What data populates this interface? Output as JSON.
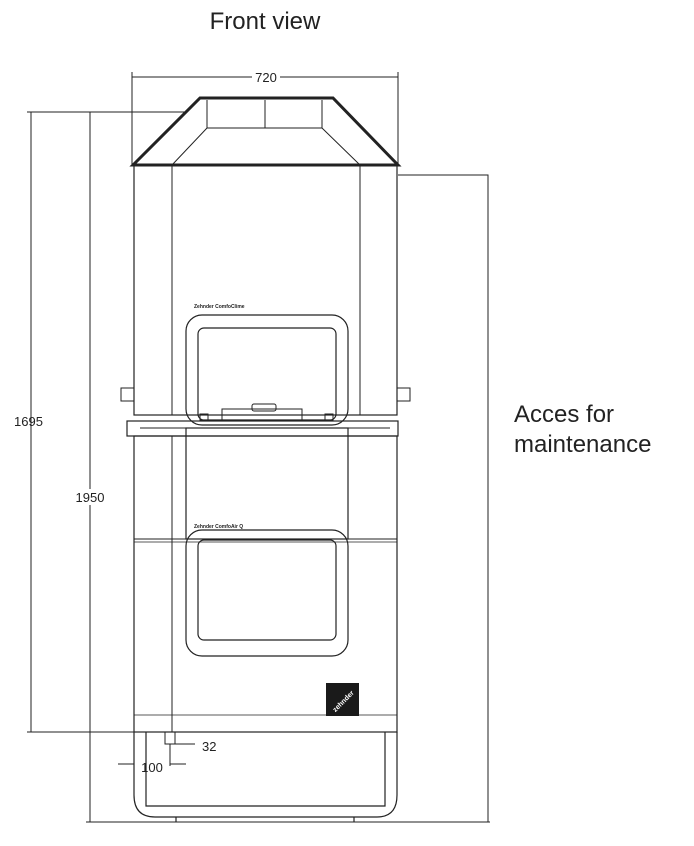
{
  "title": "Front view",
  "access_label_line1": "Acces for",
  "access_label_line2": "maintenance",
  "dimensions": {
    "width": "720",
    "height_unit": "1695",
    "height_total": "1950",
    "offset_pipe": "32",
    "offset_side": "100"
  },
  "labels": {
    "upper_unit": "Zehnder ComfoClime",
    "lower_unit": "Zehnder ComfoAir Q",
    "logo": "zehnder"
  },
  "colors": {
    "line": "#222222",
    "logo_bg": "#1a1a1a",
    "logo_text": "#ffffff"
  }
}
